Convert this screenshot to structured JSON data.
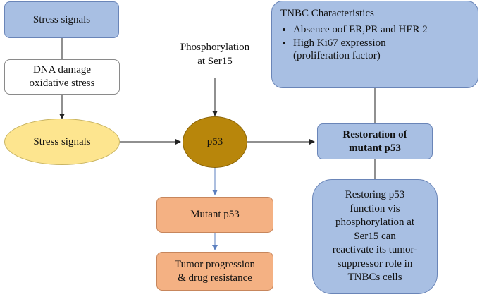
{
  "nodes": {
    "stress_signals_top": "Stress signals",
    "dna_damage_line1": "DNA damage",
    "dna_damage_line2": "oxidative stress",
    "stress_signals_ellipse": "Stress signals",
    "phospho_line1": "Phosphorylation",
    "phospho_line2": "at Ser15",
    "p53": "p53",
    "mutant_p53": "Mutant p53",
    "tumor_line1": "Tumor progression",
    "tumor_line2": "& drug resistance",
    "restoration_line1": "Restoration of",
    "restoration_line2": "mutant p53",
    "tnbc_title": "TNBC Characteristics",
    "tnbc_items": [
      "Absence oof ER,PR and HER 2",
      "High Ki67 expression",
      "(proliferation factor)"
    ],
    "restoring_lines": [
      "Restoring p53",
      "function vis",
      "phosphorylation at",
      "Ser15 can",
      "reactivate its tumor-",
      "suppressor role in",
      "TNBCs cells"
    ]
  },
  "colors": {
    "blue_box": "#a8bfe3",
    "peach_box": "#f4b183",
    "yellow_ellipse": "#fde58f",
    "p53_circle": "#b8860b",
    "arrow_dark": "#222222",
    "arrow_blue": "#5b7fbf"
  }
}
